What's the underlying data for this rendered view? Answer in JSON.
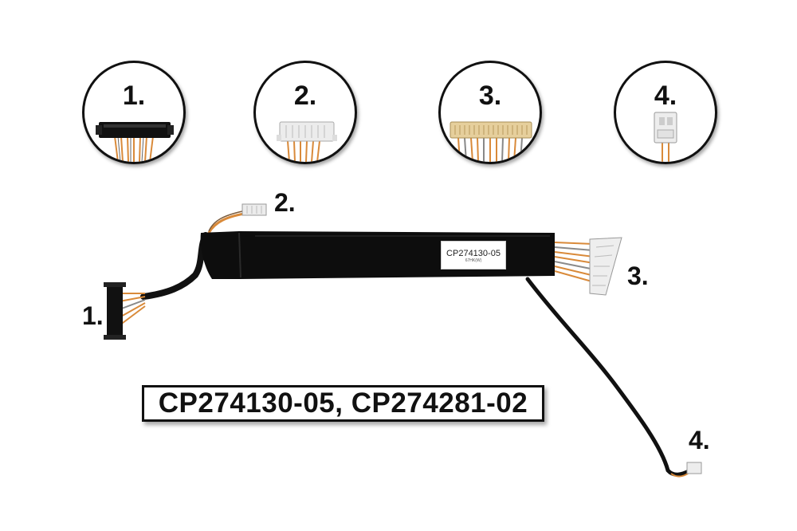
{
  "product": {
    "part_numbers": "CP274130-05, CP274281-02",
    "sticker_text": "CP274130-05",
    "sticker_subtext": "67HK(W)"
  },
  "connector_zoom": [
    {
      "label": "1.",
      "icon": "black-multi-pin-connector-icon"
    },
    {
      "label": "2.",
      "icon": "white-small-connector-icon"
    },
    {
      "label": "3.",
      "icon": "wide-beige-lvds-connector-icon"
    },
    {
      "label": "4.",
      "icon": "white-2-pin-connector-icon"
    }
  ],
  "callouts": {
    "c1": "1.",
    "c2": "2.",
    "c3": "3.",
    "c4": "4."
  },
  "colors": {
    "wire_orange": "#d98a3a",
    "sheath_black": "#0d0d0d",
    "connector_beige": "#e6cf9c",
    "connector_white": "#ededed"
  }
}
